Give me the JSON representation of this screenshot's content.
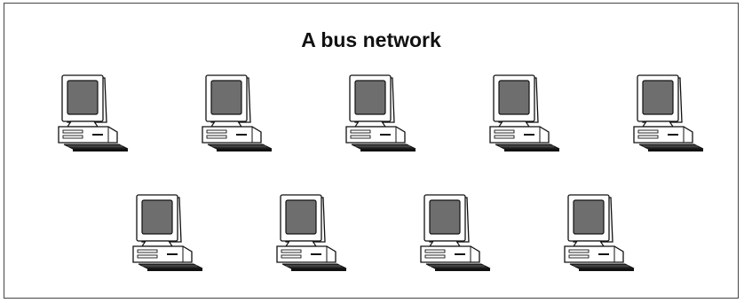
{
  "diagram": {
    "title": "A bus network",
    "rows": [
      {
        "computers": 5
      },
      {
        "computers": 4
      }
    ],
    "colors": {
      "screen": "#6e6e6e",
      "outline": "#111111",
      "case": "#ffffff",
      "keyboard": "#2b2b2b"
    }
  }
}
